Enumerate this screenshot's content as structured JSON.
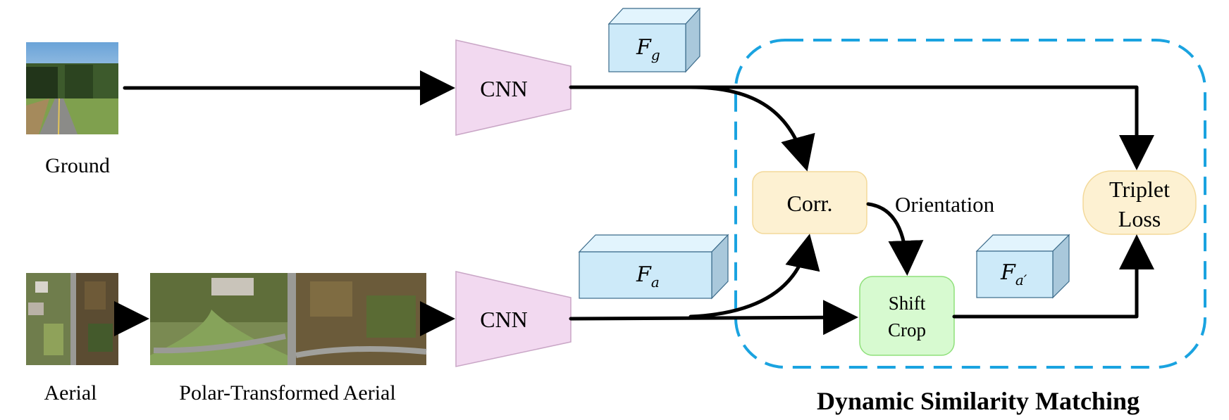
{
  "labels": {
    "ground": "Ground",
    "aerial": "Aerial",
    "polar": "Polar-Transformed Aerial",
    "cnn_top": "CNN",
    "cnn_bottom": "CNN",
    "corr": "Corr.",
    "orientation": "Orientation",
    "shift": "Shift",
    "crop": "Crop",
    "triplet": "Triplet",
    "loss": "Loss",
    "dsm_title": "Dynamic Similarity Matching"
  },
  "features": {
    "fg_main": "F",
    "fg_sub": "g",
    "fa_main": "F",
    "fa_sub": "a",
    "fap_main": "F",
    "fap_sub": "a′"
  },
  "colors": {
    "cnn_fill": "#f2d9f0",
    "cnn_stroke": "#c9a6c6",
    "cube_front": "#cdeaf9",
    "cube_top": "#e2f4fd",
    "cube_side": "#a9c8db",
    "cube_stroke": "#3a6a8a",
    "corr_fill": "#fdf1d2",
    "corr_stroke": "#f3d99a",
    "shift_fill": "#d7fad0",
    "shift_stroke": "#8fe07a",
    "triplet_fill": "#fdf1d2",
    "triplet_stroke": "#f3d99a",
    "dashed_border": "#1aa3e0",
    "arrow": "#000000"
  }
}
